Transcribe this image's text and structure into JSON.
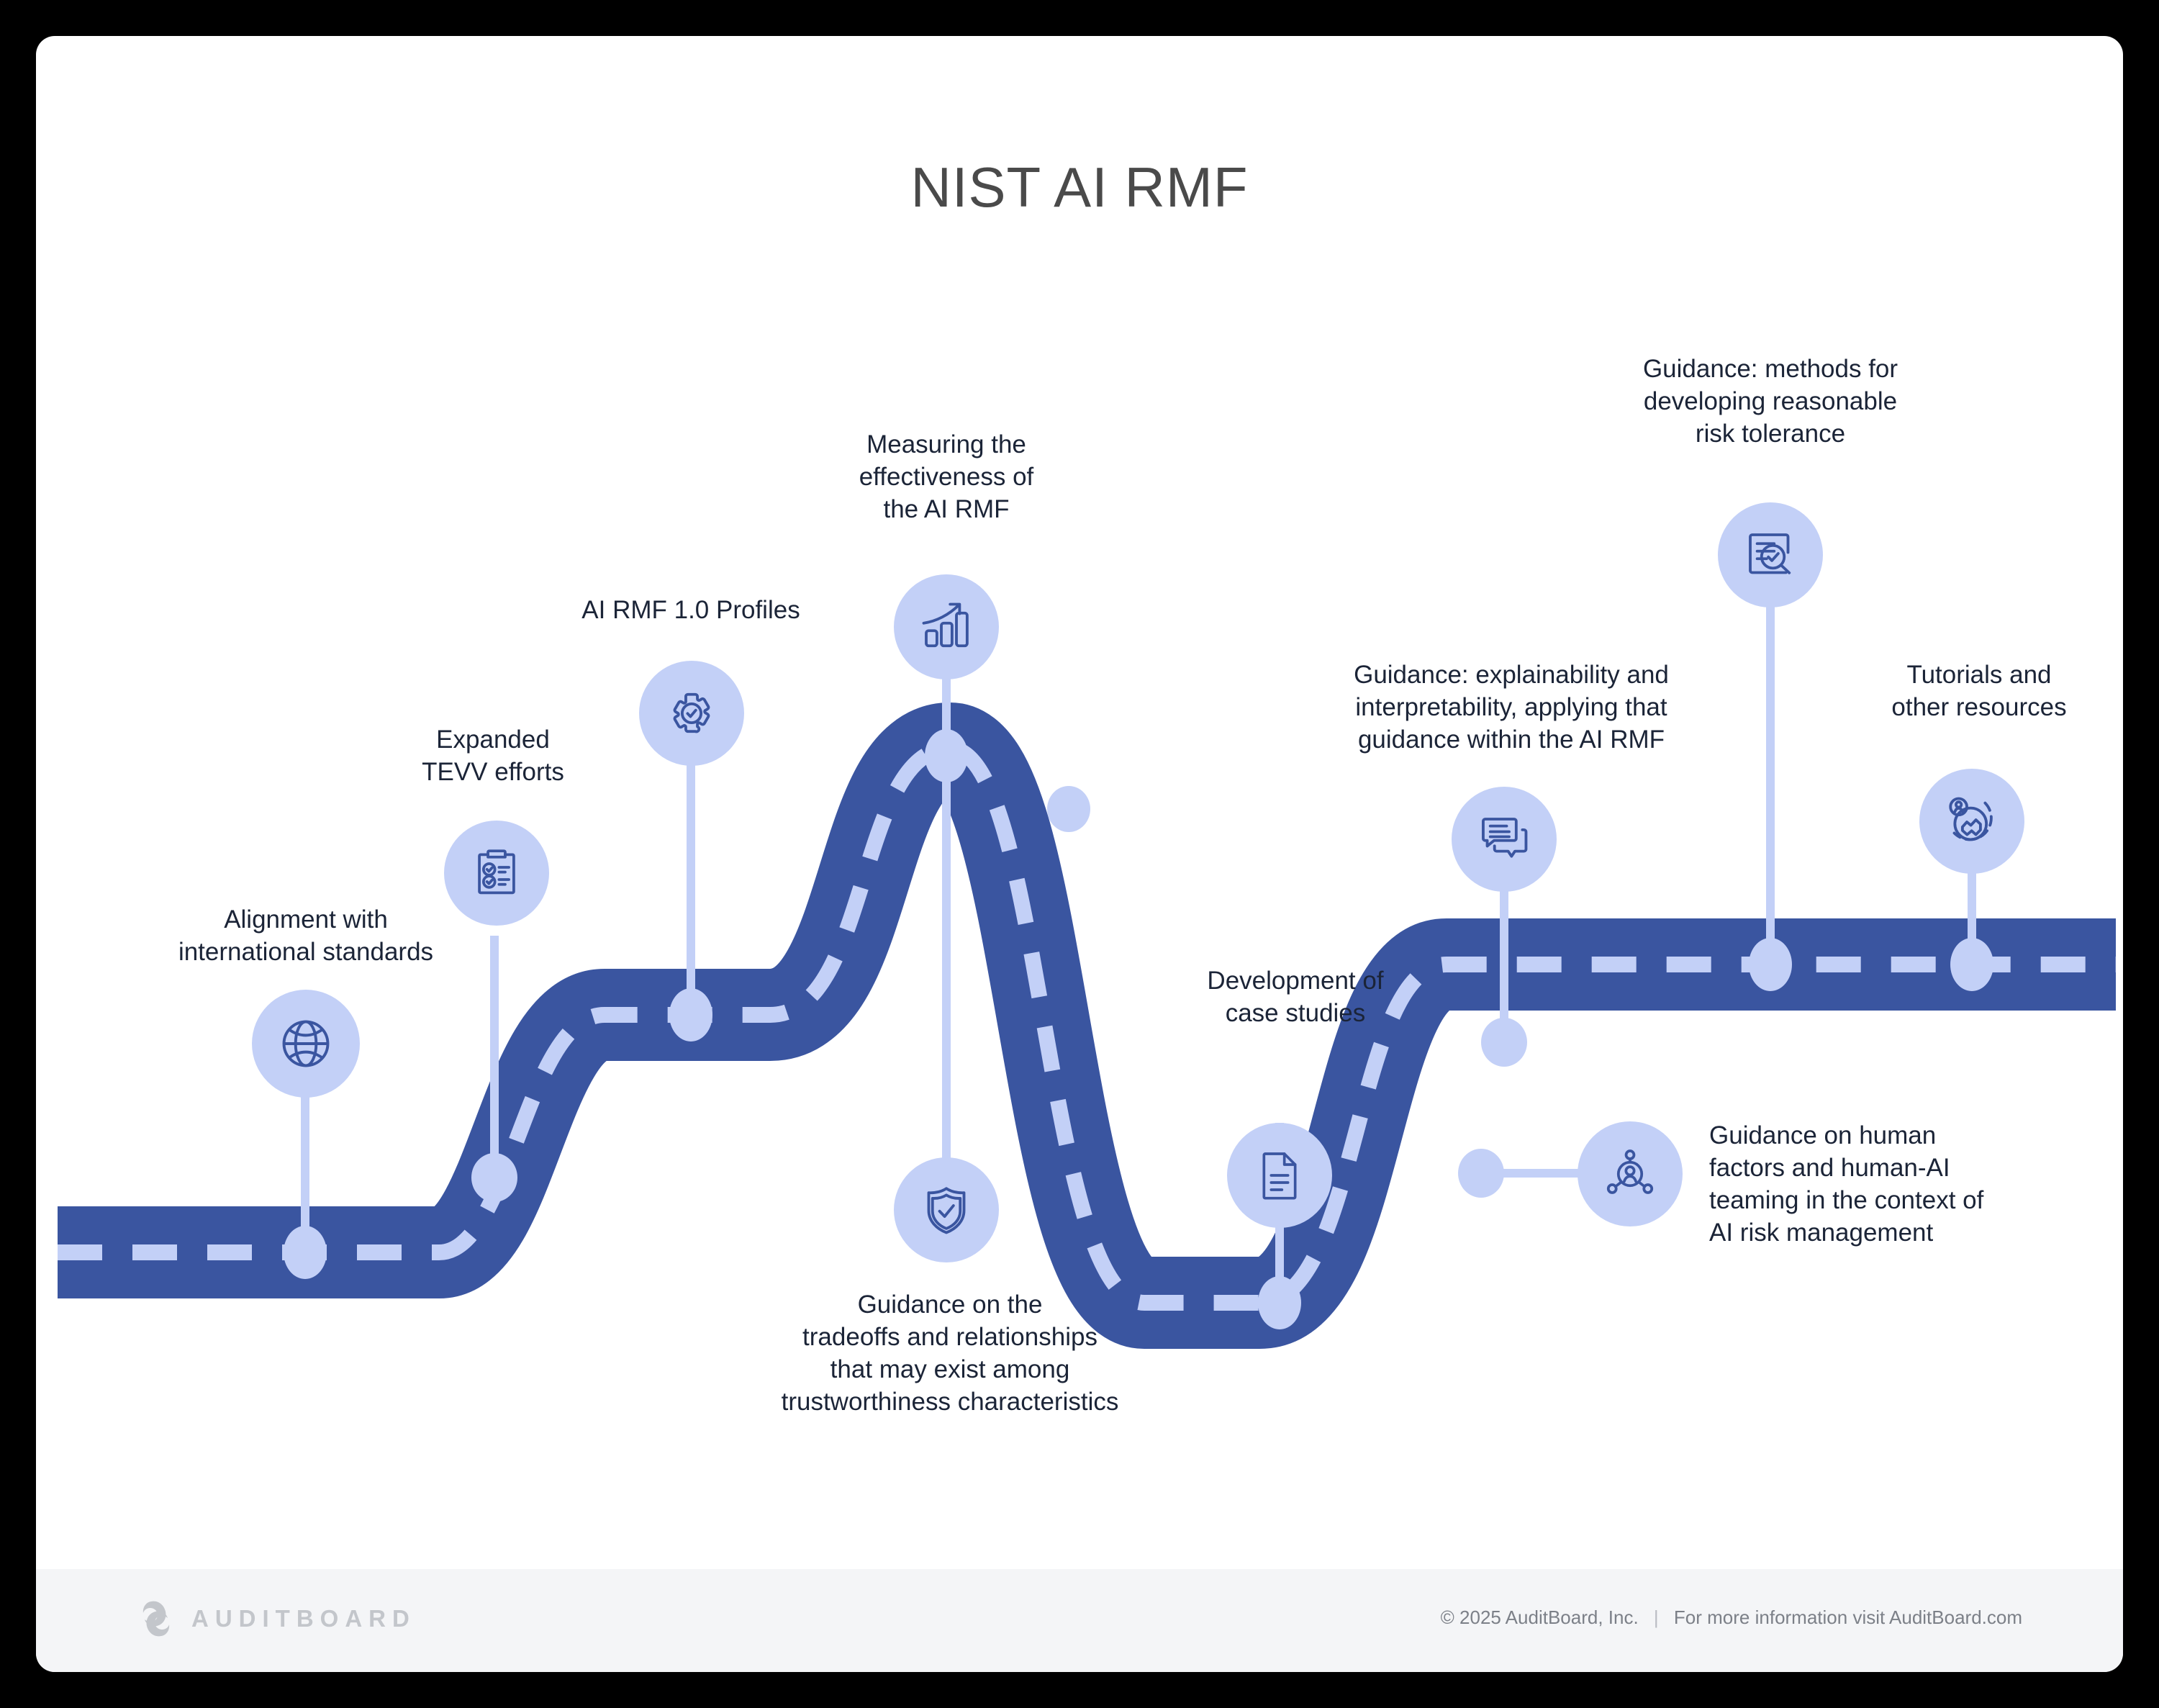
{
  "page": {
    "title": "NIST AI RMF",
    "background_color": "#000000",
    "card_color": "#ffffff",
    "text_color": "#1b2437",
    "road_color": "#3a55a0",
    "road_dash_color": "#c3d0f7",
    "icon_circle_color": "#c3d0f7",
    "icon_stroke_color": "#3a55a0"
  },
  "milestones": [
    {
      "id": "alignment",
      "label": "Alignment with\ninternational standards",
      "icon": "globe-icon"
    },
    {
      "id": "tevv",
      "label": "Expanded\nTEVV efforts",
      "icon": "clipboard-checklist-icon"
    },
    {
      "id": "profiles",
      "label": "AI RMF 1.0 Profiles",
      "icon": "gear-check-icon"
    },
    {
      "id": "effectiveness",
      "label": "Measuring the\neffectiveness of\nthe AI RMF",
      "icon": "growth-chart-icon"
    },
    {
      "id": "tradeoffs",
      "label": "Guidance on the\ntradeoffs and relationships\nthat may exist among\ntrustworthiness characteristics",
      "icon": "shield-check-icon"
    },
    {
      "id": "case-studies",
      "label": "Development of\ncase studies",
      "icon": "document-icon"
    },
    {
      "id": "explainability",
      "label": "Guidance: explainability and\ninterpretability, applying that\nguidance within the AI RMF",
      "icon": "speech-bubbles-icon"
    },
    {
      "id": "risk-tolerance",
      "label": "Guidance: methods for\ndeveloping reasonable\nrisk tolerance",
      "icon": "document-magnifier-check-icon"
    },
    {
      "id": "human-factors",
      "label": "Guidance on human\nfactors and human-AI\nteaming in the context of\nAI risk management",
      "icon": "person-network-icon"
    },
    {
      "id": "tutorials",
      "label": "Tutorials and\nother resources",
      "icon": "person-handshake-icon"
    }
  ],
  "footer": {
    "brand": "AUDITBOARD",
    "copyright": "© 2025  AuditBoard, Inc.",
    "separator": "|",
    "info": "For more information visit AuditBoard.com"
  }
}
